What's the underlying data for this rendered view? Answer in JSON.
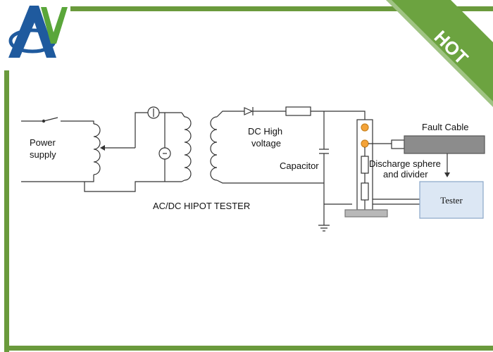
{
  "logo": {
    "letters": "AV"
  },
  "badge": {
    "text": "HOT"
  },
  "colors": {
    "frame_green": "#6a9a3c",
    "badge_green": "#6ca340",
    "logo_blue": "#1f5a9e",
    "logo_green": "#5aa63a",
    "tester_fill": "#dce7f4",
    "cable_fill": "#8c8c8c",
    "sphere_orange": "#f4a338",
    "base_gray": "#b8b8b8"
  },
  "diagram": {
    "power_supply_line1": "Power",
    "power_supply_line2": "supply",
    "dc_high_line1": "DC High",
    "dc_high_line2": "voltage",
    "capacitor": "Capacitor",
    "tester_title": "AC/DC HIPOT TESTER",
    "fault_cable": "Fault Cable",
    "discharge_line1": "Discharge sphere",
    "discharge_line2": "and divider",
    "tester_box": "Tester"
  }
}
